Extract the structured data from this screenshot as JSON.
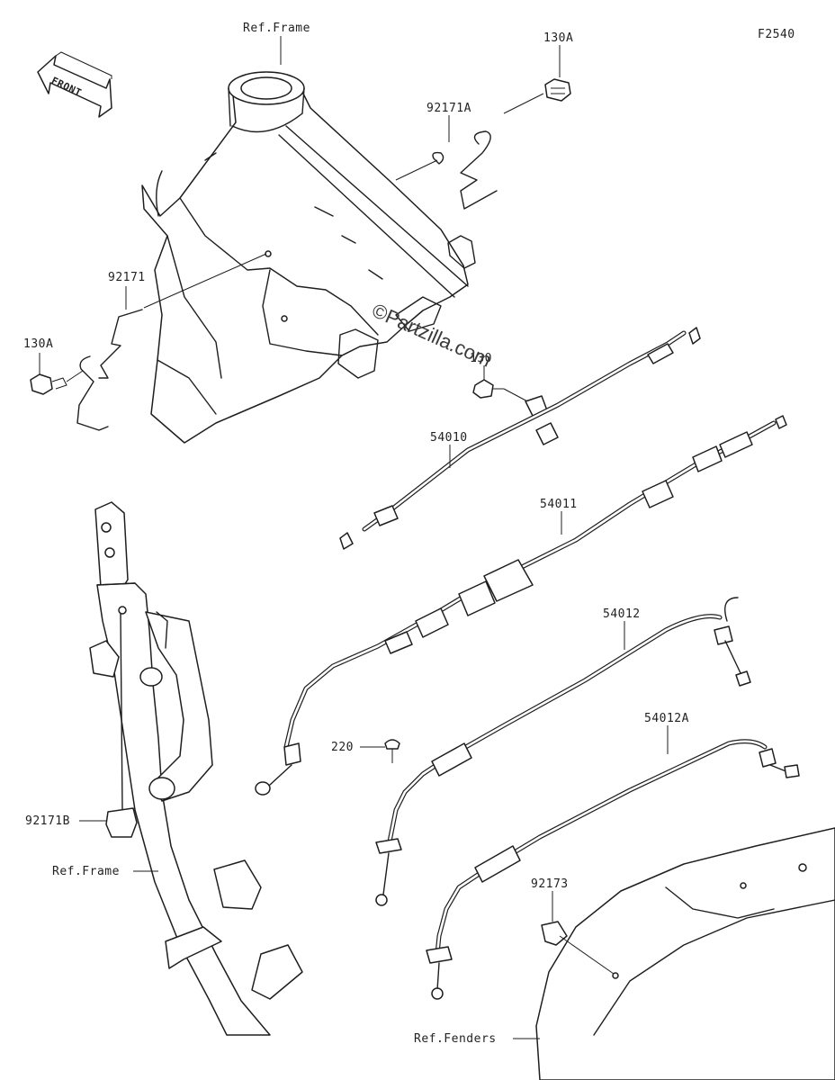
{
  "figure_code": "F2540",
  "front_arrow_text": "FRONT",
  "watermark": "©Partzilla.com",
  "labels": {
    "ref_frame_top": "Ref.Frame",
    "ref_frame_bottom": "Ref.Frame",
    "ref_fenders": "Ref.Fenders",
    "bolt_130a_top": "130A",
    "bolt_130a_left": "130A",
    "bolt_130": "130",
    "clamp_92171a": "92171A",
    "clamp_92171": "92171",
    "clamp_92171b": "92171B",
    "cable_54010": "54010",
    "cable_54011": "54011",
    "cable_54012": "54012",
    "cable_54012a": "54012A",
    "screw_220": "220",
    "clamp_92173": "92173"
  }
}
